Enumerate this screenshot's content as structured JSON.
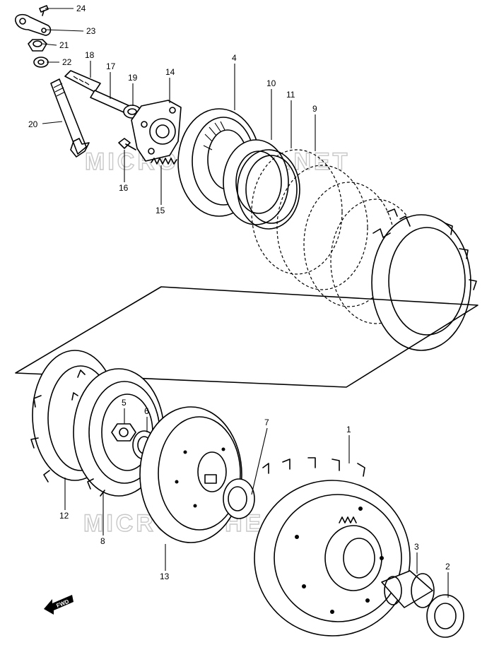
{
  "diagram": {
    "watermark": "MICROFICHES.NET",
    "direction_label": "FWD",
    "parts": [
      {
        "number": "24"
      },
      {
        "number": "23"
      },
      {
        "number": "21"
      },
      {
        "number": "22"
      },
      {
        "number": "18"
      },
      {
        "number": "17"
      },
      {
        "number": "19"
      },
      {
        "number": "14"
      },
      {
        "number": "4"
      },
      {
        "number": "10"
      },
      {
        "number": "11"
      },
      {
        "number": "9"
      },
      {
        "number": "20"
      },
      {
        "number": "16"
      },
      {
        "number": "15"
      },
      {
        "number": "5"
      },
      {
        "number": "6"
      },
      {
        "number": "7"
      },
      {
        "number": "1"
      },
      {
        "number": "12"
      },
      {
        "number": "8"
      },
      {
        "number": "13"
      },
      {
        "number": "3"
      },
      {
        "number": "2"
      }
    ]
  }
}
